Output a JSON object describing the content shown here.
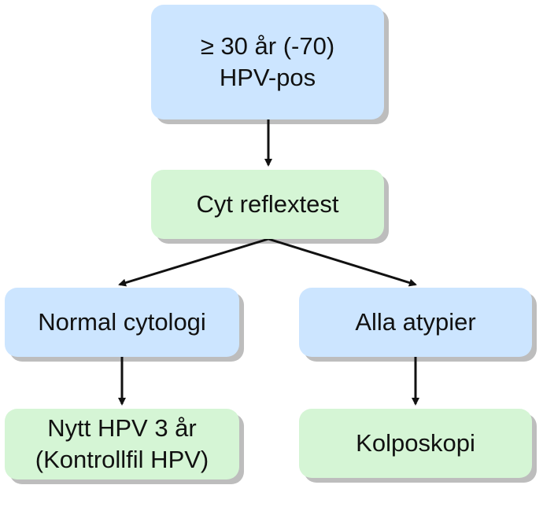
{
  "colors": {
    "blue_fill": "#cce5ff",
    "green_fill": "#d5f5d5",
    "shadow": "#bdbdbd",
    "arrow": "#111111"
  },
  "nodes": {
    "start": {
      "lines": [
        "≥ 30 år (-70)",
        "HPV-pos"
      ],
      "fill": "blue"
    },
    "cyt": {
      "lines": [
        "Cyt reflextest"
      ],
      "fill": "green"
    },
    "normal": {
      "lines": [
        "Normal cytologi"
      ],
      "fill": "blue"
    },
    "alla": {
      "lines": [
        "Alla atypier"
      ],
      "fill": "blue"
    },
    "nytt": {
      "lines": [
        "Nytt HPV 3 år",
        "(Kontrollfil HPV)"
      ],
      "fill": "green"
    },
    "kolpo": {
      "lines": [
        "Kolposkopi"
      ],
      "fill": "green"
    }
  },
  "edges": [
    {
      "from": "start",
      "to": "cyt"
    },
    {
      "from": "cyt",
      "to": "normal"
    },
    {
      "from": "cyt",
      "to": "alla"
    },
    {
      "from": "normal",
      "to": "nytt"
    },
    {
      "from": "alla",
      "to": "kolpo"
    }
  ]
}
